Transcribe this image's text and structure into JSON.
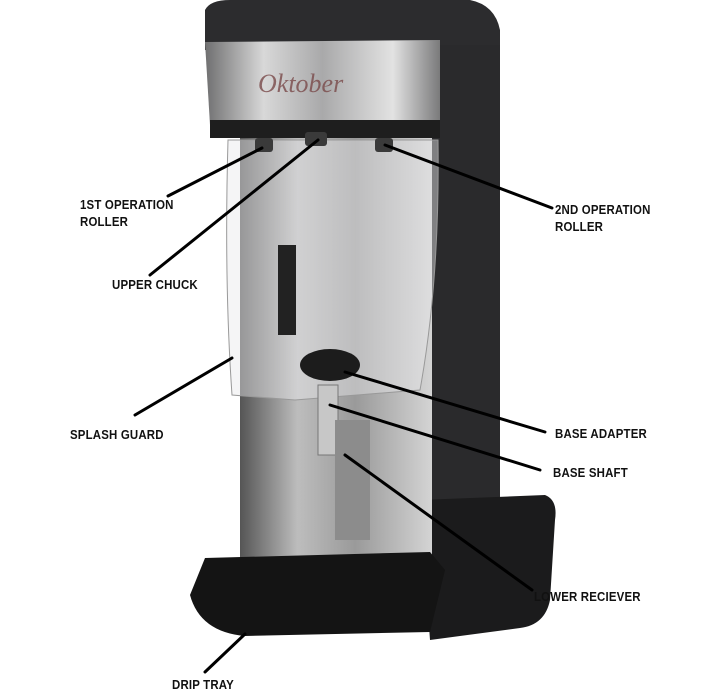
{
  "product": {
    "logo": "Oktober"
  },
  "labels": {
    "first_roller": [
      "1ST OPERATION",
      "ROLLER"
    ],
    "upper_chuck": "UPPER CHUCK",
    "splash_guard": "SPLASH GUARD",
    "drip_tray": "DRIP TRAY",
    "second_roller": [
      "2ND OPERATION",
      "ROLLER"
    ],
    "base_adapter": "BASE ADAPTER",
    "base_shaft": "BASE SHAFT",
    "lower_receiver": "LOWER RECIEVER"
  }
}
